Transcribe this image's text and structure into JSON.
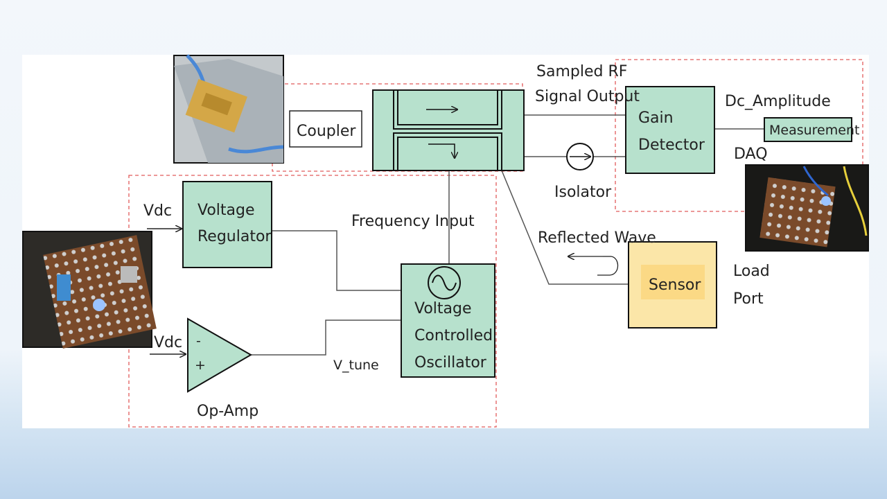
{
  "labels": {
    "coupler": "Coupler",
    "sampled_rf_line1": "Sampled RF",
    "sampled_rf_line2": "Signal Output",
    "gain_detector_line1": "Gain",
    "gain_detector_line2": "Detector",
    "dc_amplitude": "Dc_Amplitude",
    "measurement": "Measurement",
    "daq": "DAQ",
    "isolator": "Isolator",
    "vdc_top": "Vdc",
    "vdc_bottom": "Vdc",
    "voltage_regulator_line1": "Voltage",
    "voltage_regulator_line2": "Regulator",
    "frequency_input": "Frequency Input",
    "reflected_wave": "Reflected Wave",
    "sensor": "Sensor",
    "load_port_line1": "Load",
    "load_port_line2": "Port",
    "vco_line1": "Voltage",
    "vco_line2": "Controlled",
    "vco_line3": "Oscillator",
    "v_tune": "V_tune",
    "op_amp": "Op-Amp",
    "op_amp_minus": "-",
    "op_amp_plus": "+"
  },
  "colors": {
    "block_fill": "#b7e1cd",
    "sensor_fill": "#fbe6a8",
    "sensor_inner": "#fbd985",
    "dashed_border": "#e15b5b",
    "line": "#555555"
  },
  "photos": {
    "top_left": "coupler-hardware-photo",
    "mid_left": "pcb-photo",
    "right": "detector-pcb-photo"
  }
}
